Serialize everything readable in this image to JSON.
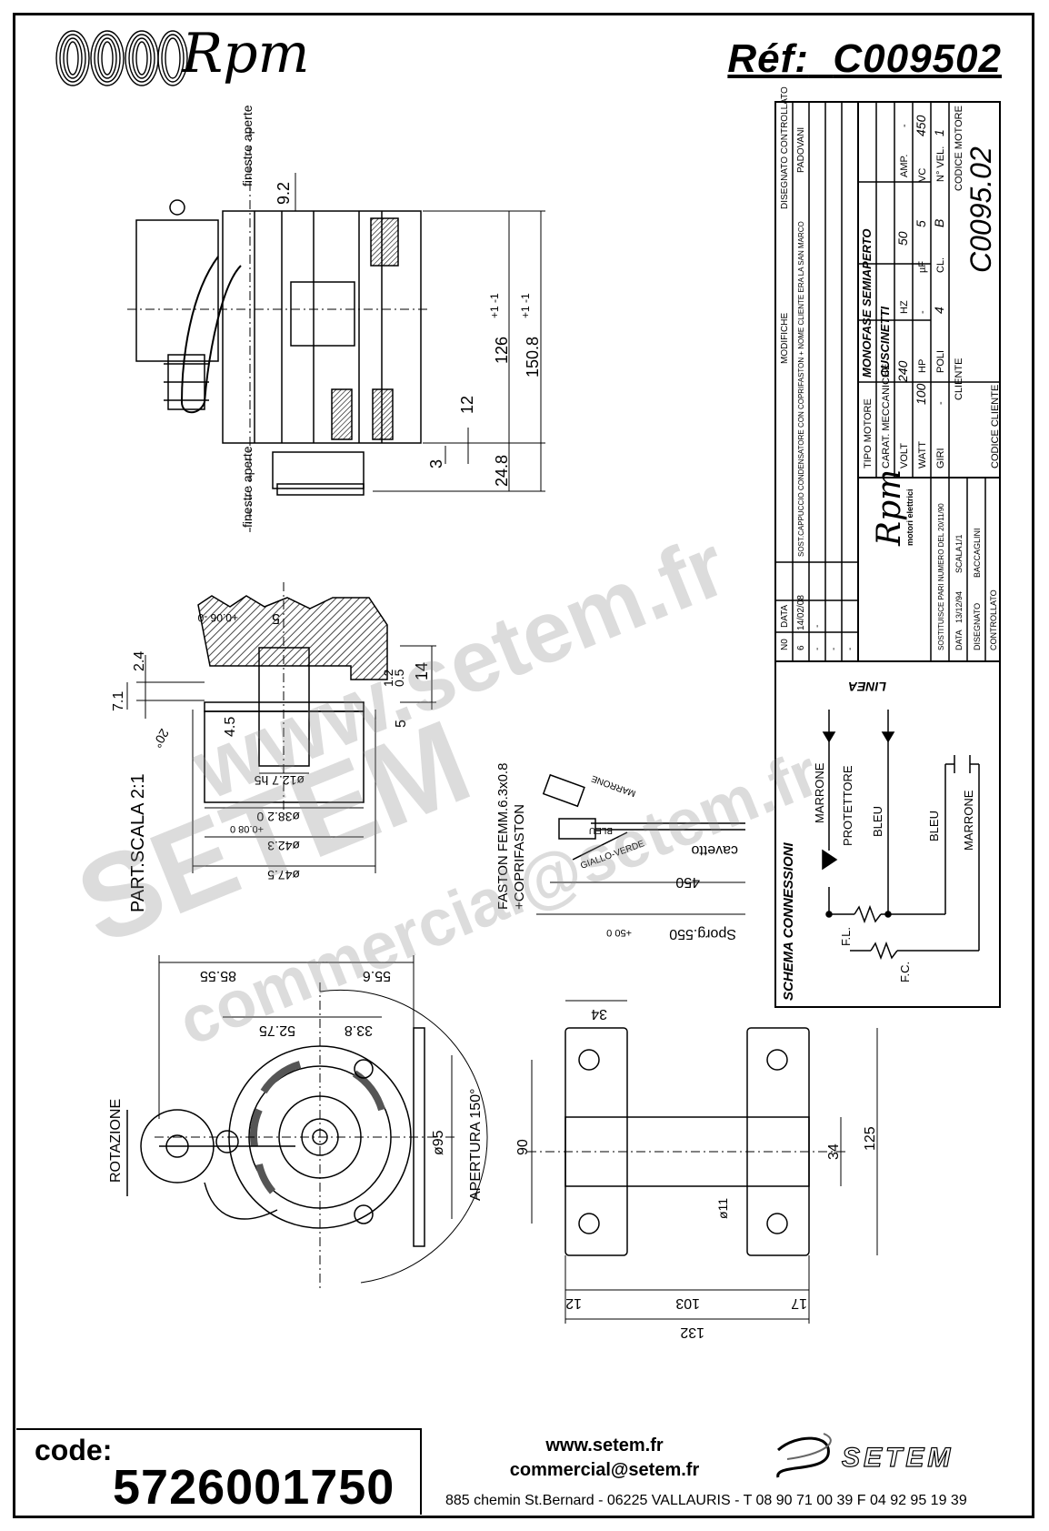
{
  "header": {
    "brand_text": "Rpm",
    "ref_label": "Réf:",
    "ref_value": "C009502"
  },
  "drawing": {
    "top_view": {
      "windows_top": "finestre aperte",
      "windows_bottom": "finestre aperte",
      "dim_9_2": "9.2",
      "dim_126": "126",
      "dim_126_tol": "+1 -1",
      "dim_150_8": "150.8",
      "dim_150_8_tol": "+1 -1",
      "dim_12": "12",
      "dim_3": "3",
      "dim_24_8": "24.8"
    },
    "part_detail": {
      "scale_label": "PART.SCALA 2:1",
      "dim_0_06": "+0.06 -0",
      "dim_5_top": "5",
      "dim_14": "14",
      "dim_2_4": "2.4",
      "dim_7_1": "7.1",
      "dim_1_2": "1.2",
      "dim_0_5": "0.5",
      "dim_5": "5",
      "dim_4_5": "4.5",
      "dim_20deg": "20°",
      "dim_d12_7": "ø12.7 h5",
      "dim_d38_2": "ø38.2 0",
      "dim_0_08": "+0.08 0",
      "dim_d42_3": "ø42.3",
      "dim_d47_5": "ø47.5"
    },
    "fasten": {
      "fastom": "FASTON FEMM.6.3x0.8",
      "coprifaston": "+COPRIFASTON",
      "marrone": "MARRONE",
      "bleu": "BLEU",
      "giallo_verde": "GIALLO-VERDE",
      "cavetto": "cavetto",
      "dim_450": "450",
      "sporg": "Sporg.550",
      "sporg_tol": "+50 0"
    },
    "front_view": {
      "dim_85_55": "85.55",
      "dim_55_6": "55.6",
      "dim_52_75": "52.75",
      "dim_33_8": "33.8",
      "dim_d95": "ø95",
      "apertura": "APERTURA 150°",
      "rotazione": "ROTAZIONE"
    },
    "bracket": {
      "dim_34_top": "34",
      "dim_90": "90",
      "dim_34": "34",
      "dim_125": "125",
      "dim_d11": "ø11",
      "dim_12": "12",
      "dim_103": "103",
      "dim_17": "17",
      "dim_132": "132"
    },
    "schema": {
      "title": "SCHEMA CONNESSIONI",
      "linea": "LINEA",
      "marrone_left": "MARRONE",
      "protettore": "PROTETTORE",
      "bleu_left": "BLEU",
      "bleu_right": "BLEU",
      "marrone_right": "MARRONE",
      "fl": "F.L.",
      "fc": "F.C."
    },
    "title_block": {
      "revisions": [
        {
          "n": "6",
          "data": "14/02/08",
          "text": "SOST.CAPPUCCIO CONDENSATORE CON COPRIFASTON + NOME CLIENTE ERA LA SAN MARCO",
          "sign": "PADOVANI"
        },
        {
          "n": "-",
          "data": "-",
          "text": "-",
          "sign": "-"
        },
        {
          "n": "-",
          "data": "-",
          "text": "-",
          "sign": "-"
        },
        {
          "n": "-",
          "data": "-",
          "text": "-",
          "sign": "-"
        },
        {
          "n": "-",
          "data": "-",
          "text": "-",
          "sign": "-"
        }
      ],
      "rev_head_n": "N0",
      "rev_head_data": "DATA",
      "rev_head_text": "MODIFICHE",
      "rev_head_sign": "DISEGNATO CONTROLLATO",
      "tipo_motore_label": "TIPO MOTORE",
      "tipo_motore": "MONOFASE SEMIAPERTO",
      "carat_label": "CARAT. MECCANICHE",
      "carat": "CUSCINETTI",
      "volt_label": "VOLT",
      "volt": "240",
      "hz_label": "HZ",
      "hz": "50",
      "amp_label": "AMP.",
      "amp": "-",
      "watt_label": "WATT",
      "watt": "100",
      "hp_label": "HP",
      "hp": "-",
      "uf_label": "µF",
      "uf": "5",
      "vc_label": "VC",
      "vc": "450",
      "giri_label": "GIRI",
      "giri": "-",
      "poli_label": "POLI",
      "poli": "4",
      "cl_label": "CL.",
      "cl": "B",
      "nvel_label": "N° VEL.",
      "nvel": "1",
      "cliente_label": "CLIENTE",
      "codice_motore_label": "CODICE MOTORE",
      "codice_motore": "C0095.02",
      "codice_cliente_label": "CODICE CLIENTE",
      "logo_text": "Rpm",
      "logo_sub": "motori elettrici",
      "sostituisce": "SOSTITUISCE PARI NUMERO DEL 20/11/90",
      "scala_label": "SCALA",
      "scala": "1/1",
      "data_label": "DATA",
      "data": "13/12/94",
      "disegnato_label": "DISEGNATO",
      "disegnato": "BACCAGLINI",
      "controllato_label": "CONTROLLATO"
    }
  },
  "watermark": {
    "line1": "www.setem.fr",
    "line2": "SETEM",
    "line3": "commercial@setem.fr"
  },
  "footer": {
    "code_label": "code:",
    "code_value": "5726001750",
    "website": "www.setem.fr",
    "email": "commercial@setem.fr",
    "address": "885 chemin St.Bernard  -  06225 VALLAURIS  -  T 08 90 71 00 39   F 04 92 95 19 39",
    "setem_logo": "SETEM"
  }
}
